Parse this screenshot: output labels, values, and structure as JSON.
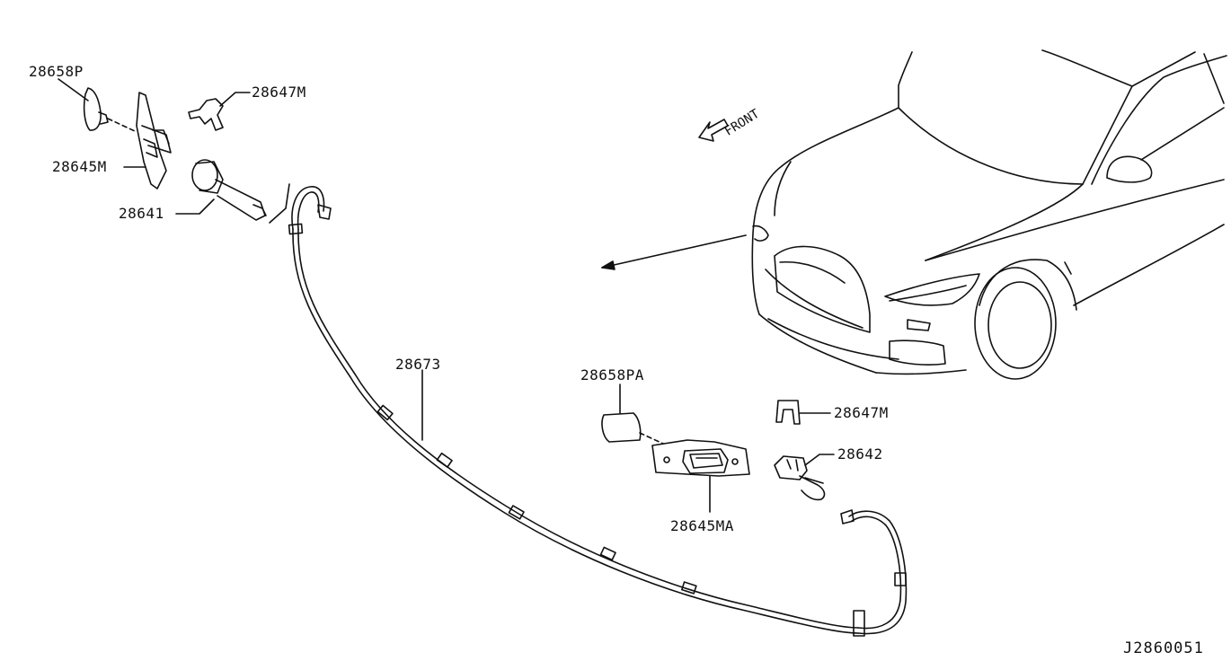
{
  "diagram": {
    "direction_label": "FRONT",
    "diagram_code": "J2860051",
    "line_color": "#111111",
    "background_color": "#ffffff"
  },
  "parts": {
    "p28658P": "28658P",
    "p28647M_top": "28647M",
    "p28645M": "28645M",
    "p28641": "28641",
    "p28673": "28673",
    "p28658PA": "28658PA",
    "p28647M_bottom": "28647M",
    "p28642": "28642",
    "p28645MA": "28645MA"
  }
}
